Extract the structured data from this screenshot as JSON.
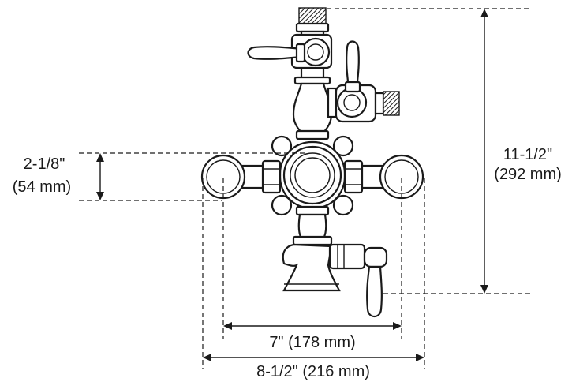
{
  "dimensions": {
    "overall_height": {
      "imperial": "11-1/2\"",
      "metric": "(292 mm)"
    },
    "handle_offset": {
      "imperial": "2-1/8\"",
      "metric": "(54 mm)"
    },
    "inner_width": {
      "label": "7\" (178 mm)"
    },
    "outer_width": {
      "label": "8-1/2\" (216 mm)"
    }
  },
  "colors": {
    "line": "#1a1a1a",
    "background": "#ffffff"
  }
}
